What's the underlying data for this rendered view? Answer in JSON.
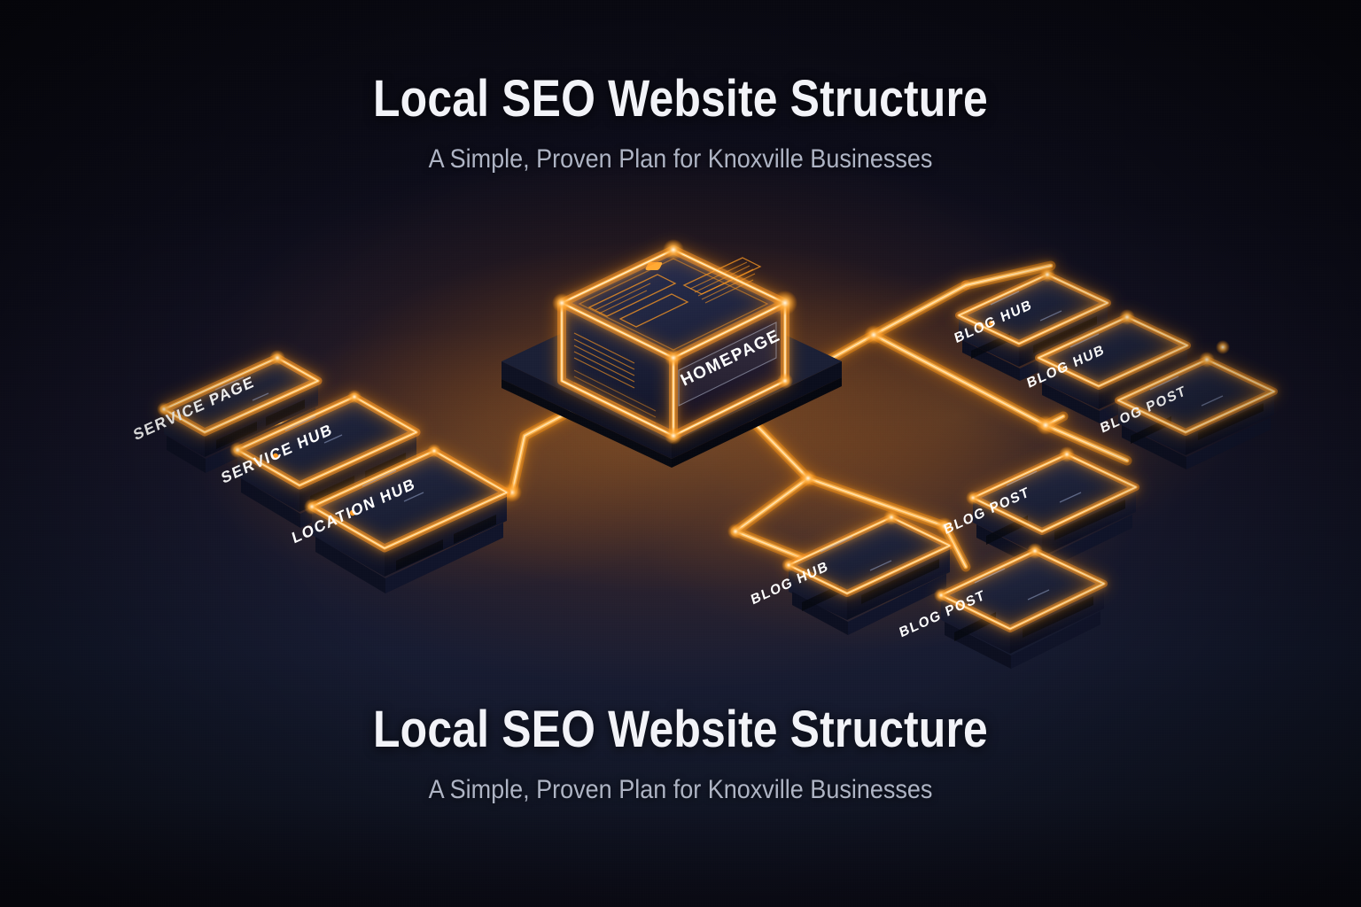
{
  "header_top": {
    "title": "Local SEO Website Structure",
    "subtitle": "A Simple, Proven Plan for Knoxville Businesses"
  },
  "header_bottom": {
    "title": "Local SEO Website Structure",
    "subtitle": "A Simple, Proven Plan for Knoxville Businesses"
  },
  "colors": {
    "background": "#0d0d1a",
    "background_lower": "#141a30",
    "glow_orange": "#ff9a22",
    "glow_orange_bright": "#ffc46a",
    "glow_core": "#fff0cf",
    "slab_top": "#1c2138",
    "slab_top_light": "#272d4a",
    "slab_side": "#11142a",
    "slab_front": "#171c32",
    "label_text": "#ffffff",
    "title_text": "#f2f3f8",
    "subtitle_text": "#aeb4c4"
  },
  "diagram": {
    "type": "isometric-site-architecture",
    "center_node": {
      "label": "HOMEPAGE",
      "shape": "cube-on-plinth"
    },
    "nodes": [
      {
        "id": "service-page",
        "label": "SERVICE PAGE",
        "group": "left"
      },
      {
        "id": "service-hub",
        "label": "SERVICE HUB",
        "group": "left"
      },
      {
        "id": "location-hub",
        "label": "LOCATION HUB",
        "group": "left"
      },
      {
        "id": "blog-hub-1",
        "label": "BLOG HUB",
        "group": "right-top"
      },
      {
        "id": "blog-hub-2",
        "label": "BLOG HUB",
        "group": "right-top"
      },
      {
        "id": "blog-post-1",
        "label": "BLOG POST",
        "group": "right-top"
      },
      {
        "id": "blog-post-2",
        "label": "BLOG POST",
        "group": "right-bottom"
      },
      {
        "id": "blog-hub-3",
        "label": "BLOG HUB",
        "group": "right-bottom"
      },
      {
        "id": "blog-post-3",
        "label": "BLOG POST",
        "group": "right-bottom"
      }
    ],
    "connections": [
      {
        "from": "homepage",
        "to": "location-hub"
      },
      {
        "from": "homepage",
        "to": "service-hub"
      },
      {
        "from": "homepage",
        "to": "service-page"
      },
      {
        "from": "homepage",
        "to": "blog-hub-1"
      },
      {
        "from": "homepage",
        "to": "blog-hub-2"
      },
      {
        "from": "homepage",
        "to": "blog-post-1"
      },
      {
        "from": "homepage",
        "to": "blog-hub-3"
      },
      {
        "from": "homepage",
        "to": "blog-post-2"
      },
      {
        "from": "homepage",
        "to": "blog-post-3"
      }
    ]
  }
}
